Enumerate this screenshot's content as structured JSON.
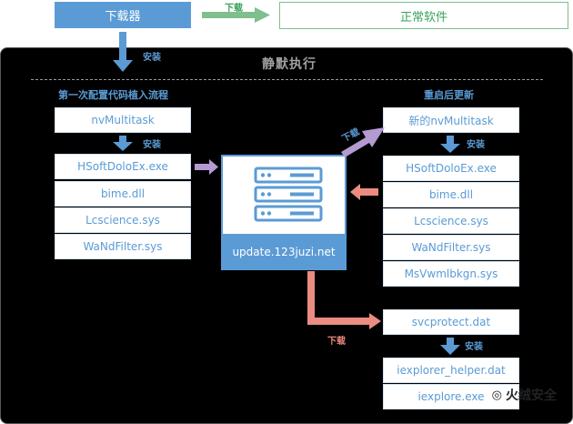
{
  "top": {
    "downloader": "下载器",
    "normal_software": "正常软件",
    "download_label_top": "下载",
    "install_label_top": "安装"
  },
  "panel": {
    "title": "静默执行"
  },
  "left": {
    "heading": "第一次配置代码植入流程",
    "first": "nvMultitask",
    "install_label": "安装",
    "files": [
      "HSoftDoloEx.exe",
      "bime.dll",
      "Lcscience.sys",
      "WaNdFilter.sys"
    ]
  },
  "server": {
    "domain": "update.123juzi.net"
  },
  "right": {
    "heading": "重启后更新",
    "first": "新的nvMultitask",
    "install_label": "安装",
    "download_label": "下载",
    "files": [
      "HSoftDoloEx.exe",
      "bime.dll",
      "Lcscience.sys",
      "WaNdFilter.sys",
      "MsVwmlbkgn.sys"
    ]
  },
  "bottom": {
    "download_label": "下载",
    "first": "svcprotect.dat",
    "install_label": "安装",
    "files": [
      "iexplorer_helper.dat",
      "iexplore.exe"
    ]
  },
  "watermark": "火绒安全",
  "colors": {
    "blue": "#5b9bd5",
    "green": "#7fbf8e",
    "purple": "#b39ad1",
    "pink": "#eb8c82",
    "black": "#000000"
  }
}
